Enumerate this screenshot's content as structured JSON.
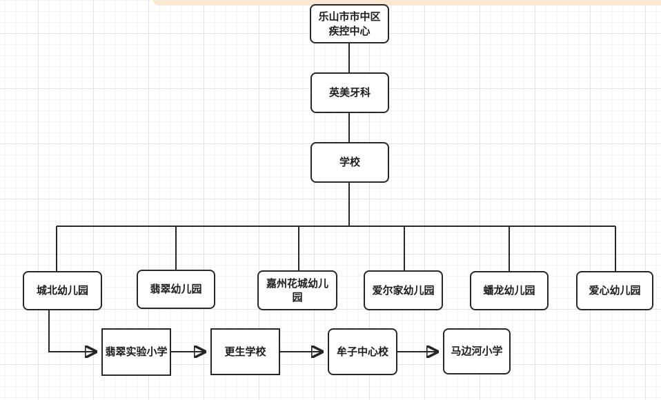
{
  "diagram": {
    "type": "org-flowchart",
    "colors": {
      "node_border": "#262626",
      "node_fill": "#ffffff",
      "grid_minor": "#f3f3f3",
      "grid_major": "#e3e3e3",
      "highlight_strip": "#fbe8d2"
    },
    "nodes": {
      "cdc": {
        "label": "乐山市市中区\n疾控中心"
      },
      "dental": {
        "label": "英美牙科"
      },
      "school": {
        "label": "学校"
      },
      "chengbei": {
        "label": "城北幼儿园"
      },
      "feicui": {
        "label": "翡翠幼儿园"
      },
      "jiazhou": {
        "label": "嘉州花城幼儿\n园"
      },
      "aierjia": {
        "label": "爱尔家幼儿园"
      },
      "panlong": {
        "label": "蟠龙幼儿园"
      },
      "aixin": {
        "label": "爱心幼儿园"
      },
      "feicui_exp": {
        "label": "翡翠实验小学"
      },
      "gengsheng": {
        "label": "更生学校"
      },
      "muzi": {
        "label": "牟子中心校"
      },
      "mabianhe": {
        "label": "马边河小学"
      }
    },
    "edges": [
      {
        "from": "乐山市市中区疾控中心",
        "to": "英美牙科",
        "style": "line"
      },
      {
        "from": "英美牙科",
        "to": "学校",
        "style": "line"
      },
      {
        "from": "学校",
        "to": "城北幼儿园",
        "style": "line"
      },
      {
        "from": "学校",
        "to": "翡翠幼儿园",
        "style": "line"
      },
      {
        "from": "学校",
        "to": "嘉州花城幼儿园",
        "style": "line"
      },
      {
        "from": "学校",
        "to": "爱尔家幼儿园",
        "style": "line"
      },
      {
        "from": "学校",
        "to": "蟠龙幼儿园",
        "style": "line"
      },
      {
        "from": "学校",
        "to": "爱心幼儿园",
        "style": "line"
      },
      {
        "from": "城北幼儿园",
        "to": "翡翠实验小学",
        "style": "arrow"
      },
      {
        "from": "翡翠实验小学",
        "to": "更生学校",
        "style": "arrow"
      },
      {
        "from": "更生学校",
        "to": "牟子中心校",
        "style": "arrow"
      },
      {
        "from": "牟子中心校",
        "to": "马边河小学",
        "style": "arrow"
      }
    ]
  }
}
